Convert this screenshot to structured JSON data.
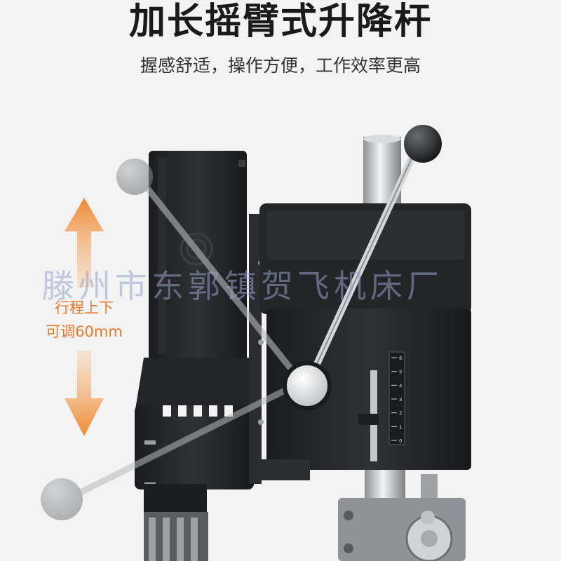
{
  "header": {
    "title": "加长摇臂式升降杆",
    "subtitle": "握感舒适，操作方便，工作效率更高"
  },
  "stroke_label": {
    "line1": "行程上下",
    "line2": "可调60mm"
  },
  "watermark": "滕州市东郭镇贺飞机床厂",
  "scale": {
    "ticks": [
      "6",
      "5",
      "4",
      "3",
      "2",
      "1",
      "0"
    ]
  },
  "colors": {
    "accent": "#e87a2b",
    "body_dark": "#202224",
    "body_mid": "#2e3033",
    "metal": "#c9cbcd"
  }
}
